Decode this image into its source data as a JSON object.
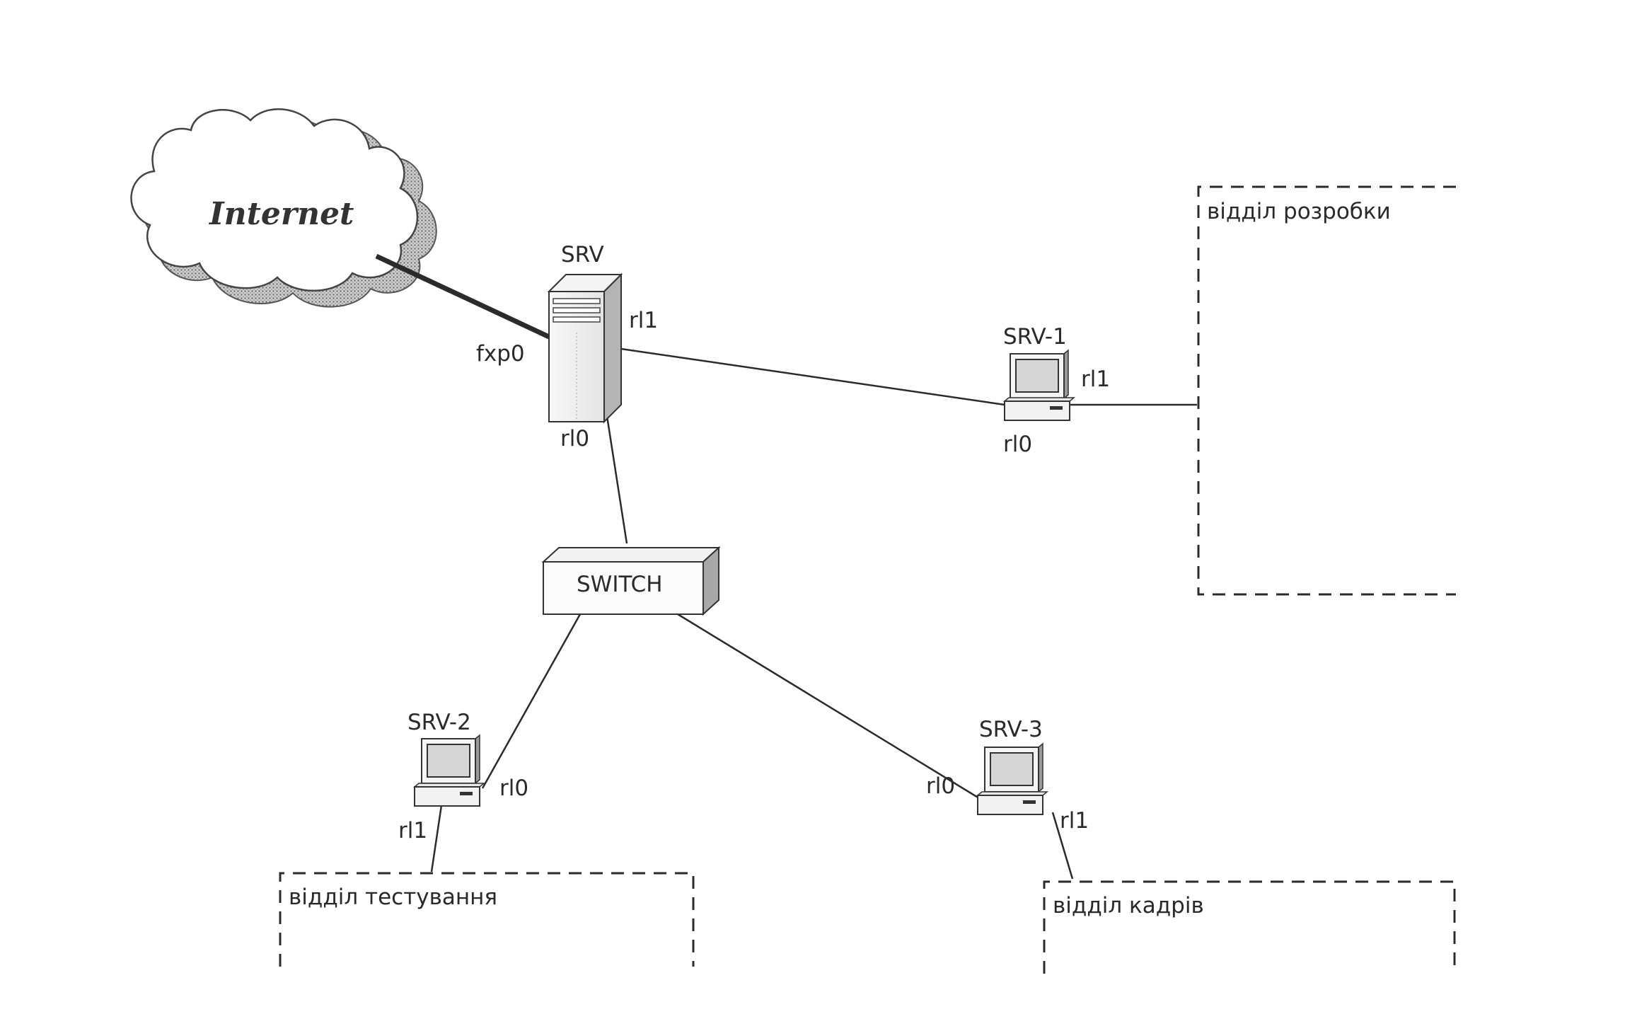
{
  "diagram": {
    "internet_label": "Internet",
    "nodes": {
      "srv": "SRV",
      "srv1": "SRV-1",
      "srv2": "SRV-2",
      "srv3": "SRV-3",
      "switch": "SWITCH"
    },
    "ports": {
      "srv_fxp0": "fxp0",
      "srv_rl1": "rl1",
      "srv_rl0": "rl0",
      "srv1_rl1": "rl1",
      "srv1_rl0": "rl0",
      "srv2_rl0": "rl0",
      "srv2_rl1": "rl1",
      "srv3_rl0": "rl0",
      "srv3_rl1": "rl1"
    },
    "departments": {
      "development": "відділ розробки",
      "testing": "відділ тестування",
      "hr": "відділ кадрів"
    }
  },
  "colors": {
    "line": "#2b2b2b",
    "shadow": "#9a9a9a",
    "device_fill": "#f2f2f2",
    "screen_fill": "#d6d6d6"
  }
}
